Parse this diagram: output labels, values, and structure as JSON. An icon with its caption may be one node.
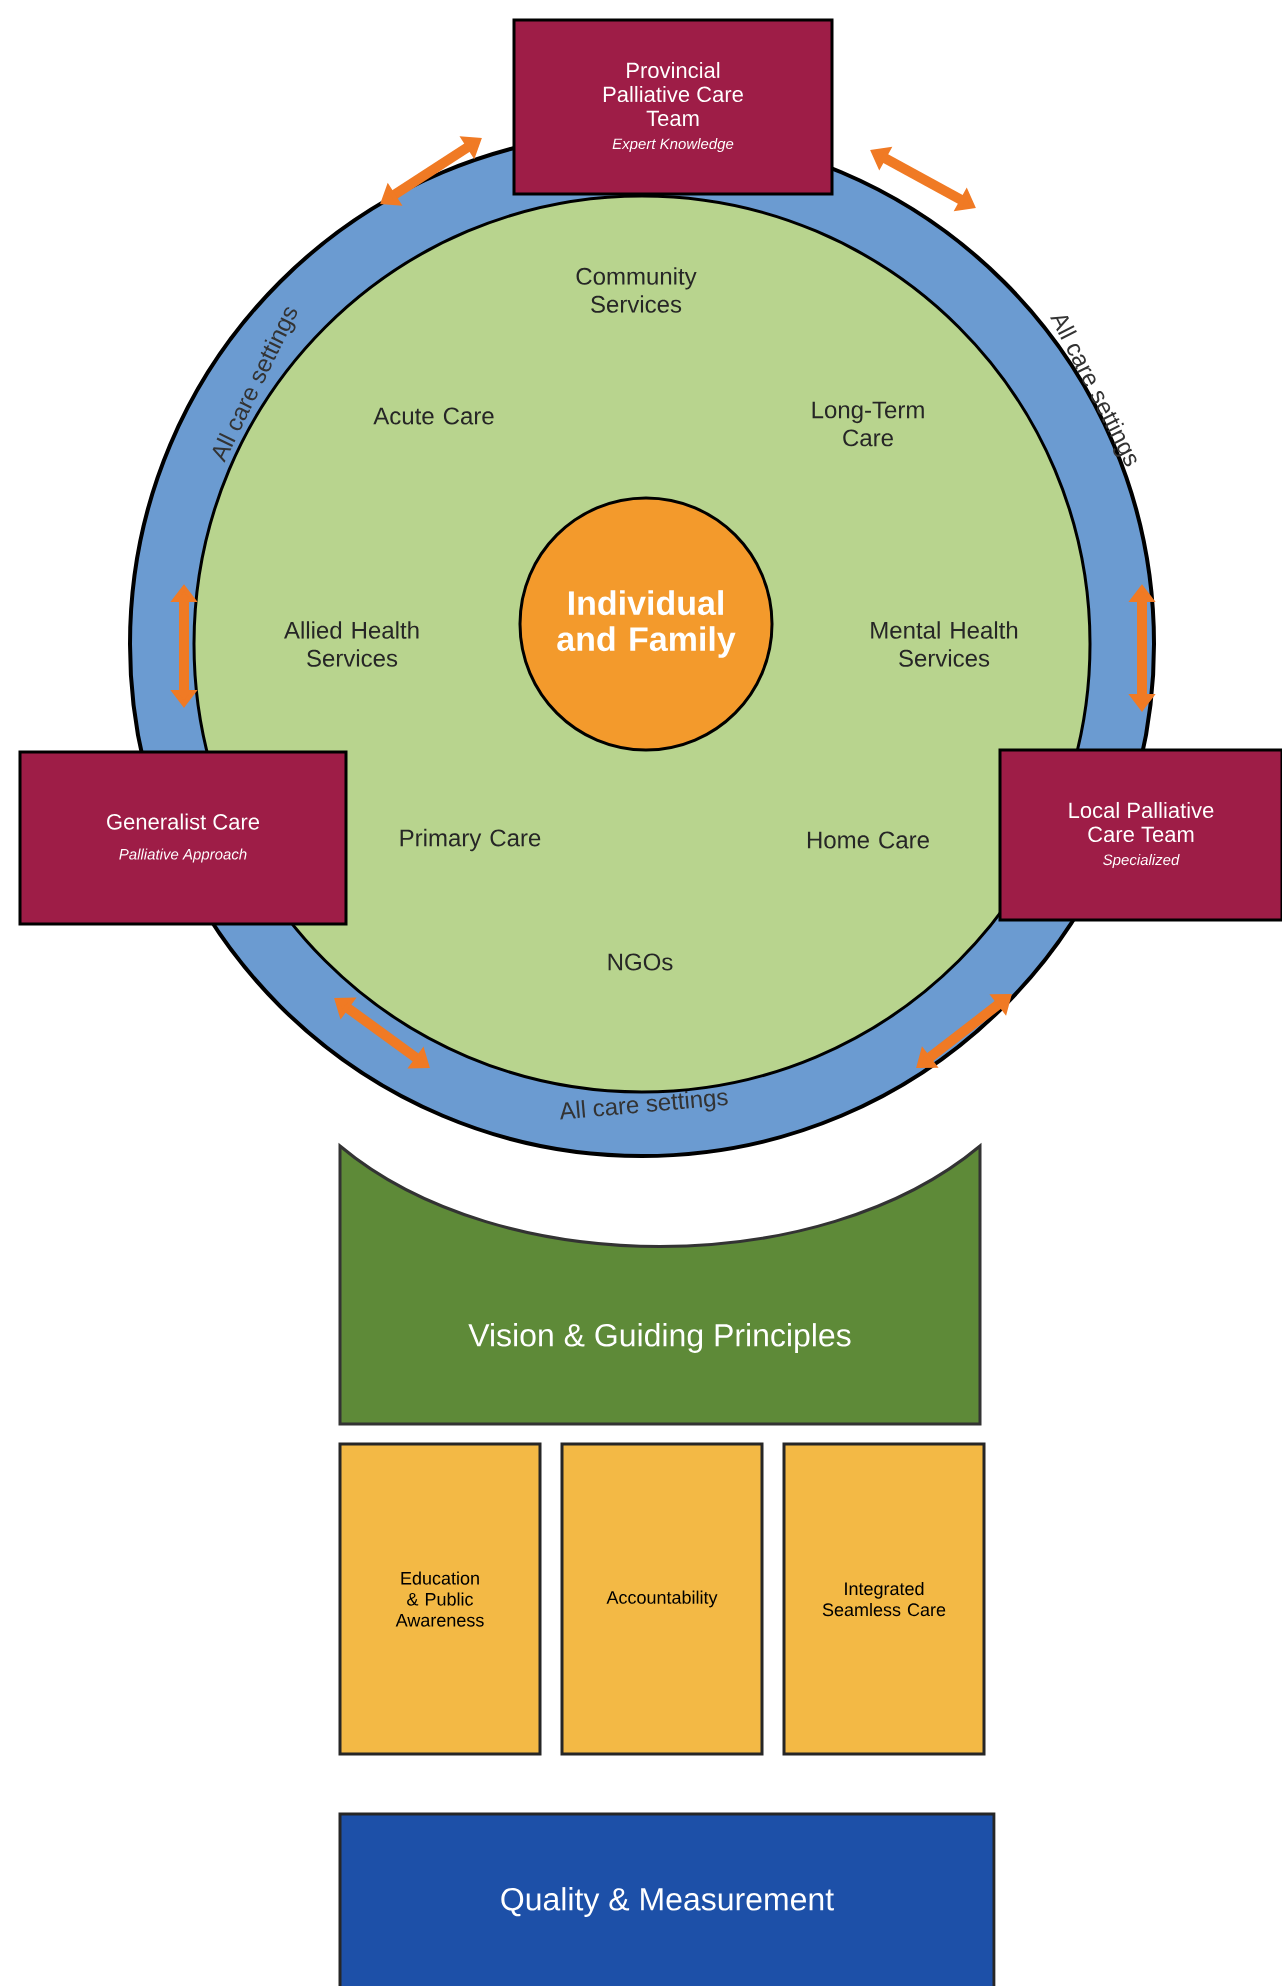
{
  "diagram": {
    "nodes": [
      {
        "text": [
          "All care settings",
          "All care settings",
          "All care settings"
        ]
      },
      {
        "text": [
          "Community Services",
          "Acute Care",
          "Long-Term Care",
          "Allied Health Services",
          "Mental Health Services",
          "Primary Care",
          "Home Care",
          "NGOs"
        ],
        "in": 0
      },
      {
        "text": [
          "Individual and Family"
        ],
        "in": 1
      },
      {
        "text": [
          "Provincial Palliative Care Team",
          "Expert Knowledge"
        ]
      },
      {
        "text": [
          "Generalist Care",
          "Palliative Approach"
        ]
      },
      {
        "text": [
          "Local Palliative Care Team",
          "Specialized"
        ]
      },
      {
        "text": [
          "Vision & Guiding Principles"
        ]
      },
      {
        "text": [
          "Education & Public Awareness"
        ]
      },
      {
        "text": [
          "Accountability"
        ]
      },
      {
        "text": [
          "Integrated Seamless Care"
        ]
      },
      {
        "text": [
          "Quality & Measurement"
        ]
      }
    ]
  }
}
